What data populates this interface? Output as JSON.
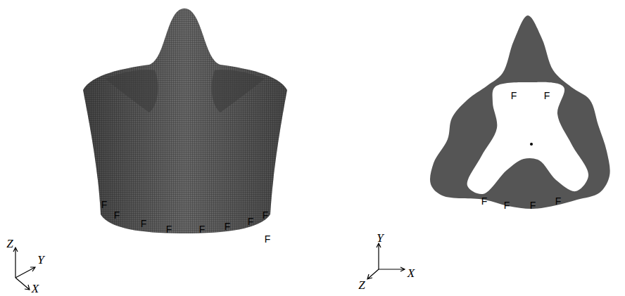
{
  "diagram": {
    "labels": [
      "F",
      "F",
      "F",
      "F",
      "F",
      "F",
      "F",
      "F",
      "F",
      "Z",
      "Y",
      "X",
      "F",
      "F",
      "F",
      "F",
      "F",
      "F",
      "Y",
      "X",
      "Z"
    ]
  }
}
